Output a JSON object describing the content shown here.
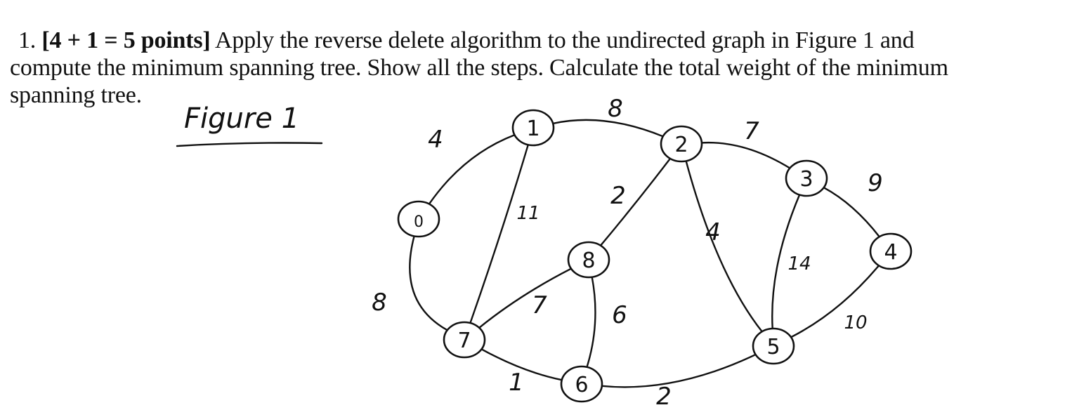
{
  "question": {
    "number": "1.",
    "points": "[4 + 1 = 5 points]",
    "text_line1": " Apply the reverse delete algorithm to the undirected graph in Figure 1 and",
    "text_line2": "compute the minimum spanning tree. Show all the steps. Calculate the total weight of the minimum",
    "text_line3": "spanning tree."
  },
  "figure": {
    "caption": "Figure 1",
    "nodes": [
      "0",
      "1",
      "2",
      "3",
      "4",
      "5",
      "6",
      "7",
      "8"
    ],
    "edges": [
      {
        "u": "0",
        "v": "1",
        "weight": "4"
      },
      {
        "u": "0",
        "v": "7",
        "weight": "8"
      },
      {
        "u": "1",
        "v": "2",
        "weight": "8"
      },
      {
        "u": "1",
        "v": "7",
        "weight": "11"
      },
      {
        "u": "2",
        "v": "3",
        "weight": "7"
      },
      {
        "u": "2",
        "v": "8",
        "weight": "2"
      },
      {
        "u": "2",
        "v": "5",
        "weight": "4"
      },
      {
        "u": "3",
        "v": "4",
        "weight": "9"
      },
      {
        "u": "3",
        "v": "5",
        "weight": "14"
      },
      {
        "u": "4",
        "v": "5",
        "weight": "10"
      },
      {
        "u": "5",
        "v": "6",
        "weight": "2"
      },
      {
        "u": "6",
        "v": "7",
        "weight": "1"
      },
      {
        "u": "6",
        "v": "8",
        "weight": "6"
      },
      {
        "u": "7",
        "v": "8",
        "weight": "7"
      }
    ]
  }
}
